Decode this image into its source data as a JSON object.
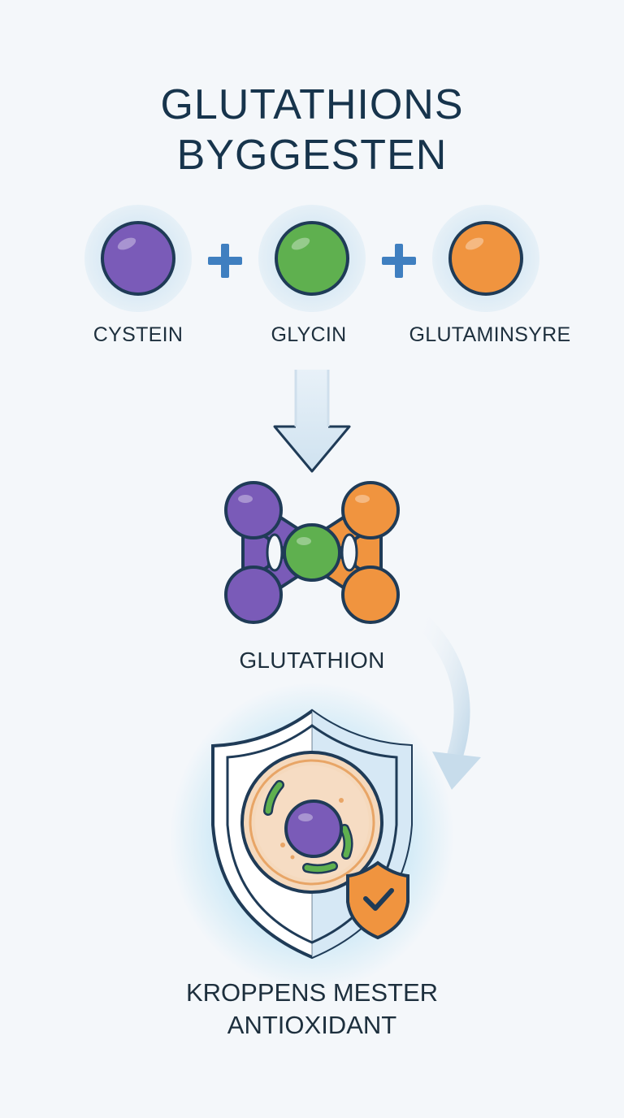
{
  "title": {
    "line1": "GLUTATHIONS",
    "line2": "BYGGESTEN"
  },
  "components": [
    {
      "label": "CYSTEIN",
      "color": "#7a5bb8"
    },
    {
      "label": "GLYCIN",
      "color": "#5fb04f"
    },
    {
      "label": "GLUTAMINSYRE",
      "color": "#f0943f"
    }
  ],
  "product": {
    "label": "GLUTATHION"
  },
  "result": {
    "line1": "KROPPENS MESTER",
    "line2": "ANTIOXIDANT"
  },
  "colors": {
    "purple": "#7a5bb8",
    "green": "#5fb04f",
    "orange": "#f0943f",
    "outline": "#1f3b57",
    "plus": "#3f7fc0",
    "halo": "#dcebf5",
    "shield_glow": "#9fd8f2",
    "cell_fill": "#f5d9bd"
  },
  "icons": [
    "plus-icon",
    "down-arrow-icon",
    "curved-arrow-icon",
    "shield-icon",
    "cell-icon",
    "check-badge-icon"
  ]
}
